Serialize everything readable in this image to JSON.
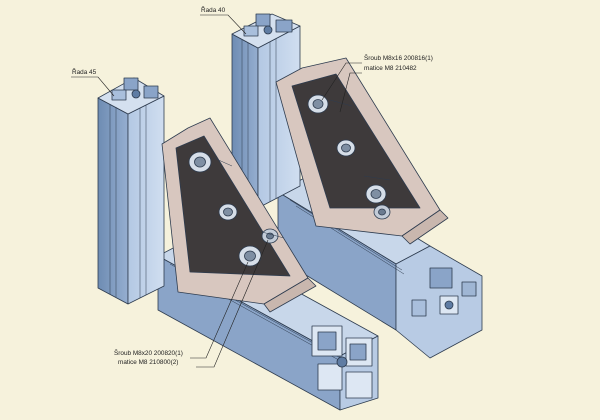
{
  "labels": {
    "profile_left": "Řada 45",
    "profile_right": "Řada 40",
    "screw_right_line1": "Šroub M8x16 200816(1)",
    "screw_right_line2": "matice M8 210482",
    "screw_left_line1": "Šroub M8x20 200820(1)",
    "screw_left_line2": "matice M8 210800(2)"
  },
  "colors": {
    "background": "#f6f2dc",
    "profile_light": "#c3d4e9",
    "profile_mid": "#9fb6d4",
    "profile_dark": "#7390b6",
    "bracket_face": "#d8c7bf",
    "bracket_dark": "#3e3a3b",
    "edge": "#2e3c4f"
  }
}
